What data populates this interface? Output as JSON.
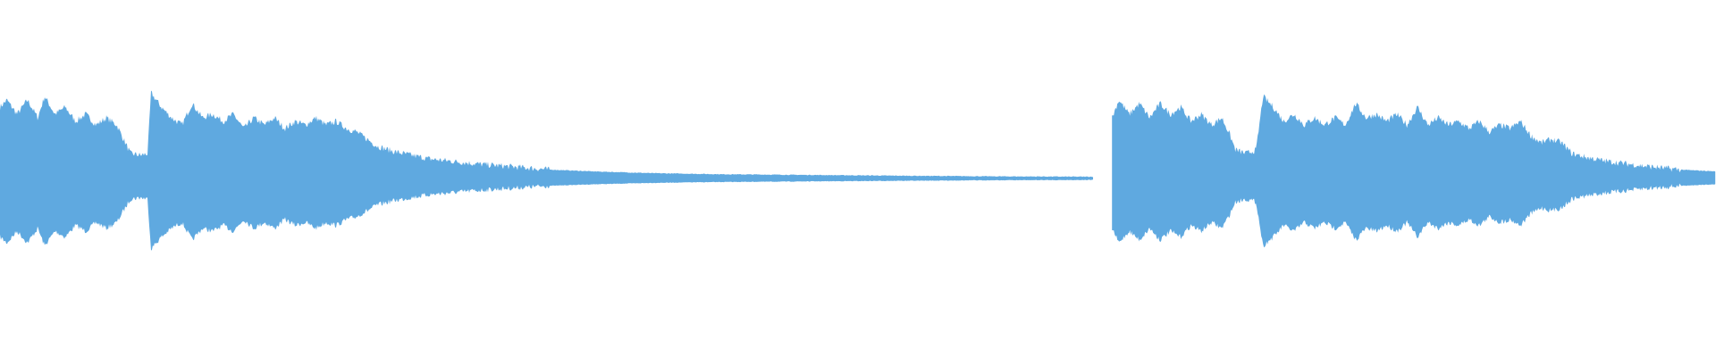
{
  "waveform": {
    "color": "#5fa9e0",
    "background": "#ffffff",
    "duration_fraction_visible": 1.0,
    "segments": [
      {
        "name": "segment-1",
        "start": 0.0,
        "end": 0.637,
        "envelope": [
          [
            0.0,
            0.4
          ],
          [
            0.004,
            0.44
          ],
          [
            0.01,
            0.36
          ],
          [
            0.016,
            0.44
          ],
          [
            0.022,
            0.34
          ],
          [
            0.026,
            0.46
          ],
          [
            0.032,
            0.36
          ],
          [
            0.038,
            0.4
          ],
          [
            0.044,
            0.32
          ],
          [
            0.05,
            0.36
          ],
          [
            0.056,
            0.3
          ],
          [
            0.062,
            0.34
          ],
          [
            0.068,
            0.3
          ],
          [
            0.072,
            0.22
          ],
          [
            0.076,
            0.14
          ],
          [
            0.082,
            0.13
          ],
          [
            0.086,
            0.14
          ],
          [
            0.088,
            0.48
          ],
          [
            0.094,
            0.4
          ],
          [
            0.1,
            0.34
          ],
          [
            0.106,
            0.3
          ],
          [
            0.112,
            0.42
          ],
          [
            0.118,
            0.34
          ],
          [
            0.124,
            0.36
          ],
          [
            0.13,
            0.32
          ],
          [
            0.136,
            0.36
          ],
          [
            0.142,
            0.28
          ],
          [
            0.148,
            0.34
          ],
          [
            0.154,
            0.3
          ],
          [
            0.16,
            0.34
          ],
          [
            0.166,
            0.28
          ],
          [
            0.172,
            0.32
          ],
          [
            0.178,
            0.3
          ],
          [
            0.184,
            0.34
          ],
          [
            0.19,
            0.3
          ],
          [
            0.196,
            0.32
          ],
          [
            0.202,
            0.28
          ],
          [
            0.208,
            0.26
          ],
          [
            0.214,
            0.22
          ],
          [
            0.22,
            0.18
          ],
          [
            0.23,
            0.15
          ],
          [
            0.24,
            0.13
          ],
          [
            0.25,
            0.11
          ],
          [
            0.265,
            0.095
          ],
          [
            0.28,
            0.08
          ],
          [
            0.3,
            0.065
          ],
          [
            0.32,
            0.05
          ],
          [
            0.345,
            0.04
          ],
          [
            0.38,
            0.03
          ],
          [
            0.42,
            0.024
          ],
          [
            0.47,
            0.02
          ],
          [
            0.52,
            0.016
          ],
          [
            0.58,
            0.012
          ],
          [
            0.637,
            0.01
          ]
        ]
      },
      {
        "name": "segment-2",
        "start": 0.648,
        "end": 1.0,
        "envelope": [
          [
            0.648,
            0.34
          ],
          [
            0.652,
            0.44
          ],
          [
            0.658,
            0.36
          ],
          [
            0.664,
            0.42
          ],
          [
            0.67,
            0.34
          ],
          [
            0.676,
            0.42
          ],
          [
            0.682,
            0.36
          ],
          [
            0.688,
            0.4
          ],
          [
            0.694,
            0.32
          ],
          [
            0.7,
            0.36
          ],
          [
            0.706,
            0.3
          ],
          [
            0.712,
            0.34
          ],
          [
            0.716,
            0.26
          ],
          [
            0.72,
            0.16
          ],
          [
            0.726,
            0.14
          ],
          [
            0.732,
            0.16
          ],
          [
            0.736,
            0.46
          ],
          [
            0.742,
            0.4
          ],
          [
            0.748,
            0.32
          ],
          [
            0.754,
            0.36
          ],
          [
            0.76,
            0.3
          ],
          [
            0.766,
            0.34
          ],
          [
            0.772,
            0.3
          ],
          [
            0.778,
            0.34
          ],
          [
            0.784,
            0.3
          ],
          [
            0.79,
            0.42
          ],
          [
            0.796,
            0.34
          ],
          [
            0.802,
            0.36
          ],
          [
            0.808,
            0.32
          ],
          [
            0.814,
            0.36
          ],
          [
            0.82,
            0.3
          ],
          [
            0.826,
            0.4
          ],
          [
            0.832,
            0.3
          ],
          [
            0.838,
            0.34
          ],
          [
            0.844,
            0.3
          ],
          [
            0.85,
            0.32
          ],
          [
            0.856,
            0.28
          ],
          [
            0.862,
            0.32
          ],
          [
            0.868,
            0.26
          ],
          [
            0.874,
            0.3
          ],
          [
            0.88,
            0.28
          ],
          [
            0.886,
            0.32
          ],
          [
            0.892,
            0.24
          ],
          [
            0.898,
            0.2
          ],
          [
            0.904,
            0.22
          ],
          [
            0.91,
            0.2
          ],
          [
            0.916,
            0.14
          ],
          [
            0.924,
            0.12
          ],
          [
            0.934,
            0.1
          ],
          [
            0.946,
            0.085
          ],
          [
            0.958,
            0.07
          ],
          [
            0.97,
            0.058
          ],
          [
            0.982,
            0.048
          ],
          [
            1.0,
            0.04
          ]
        ]
      }
    ]
  }
}
